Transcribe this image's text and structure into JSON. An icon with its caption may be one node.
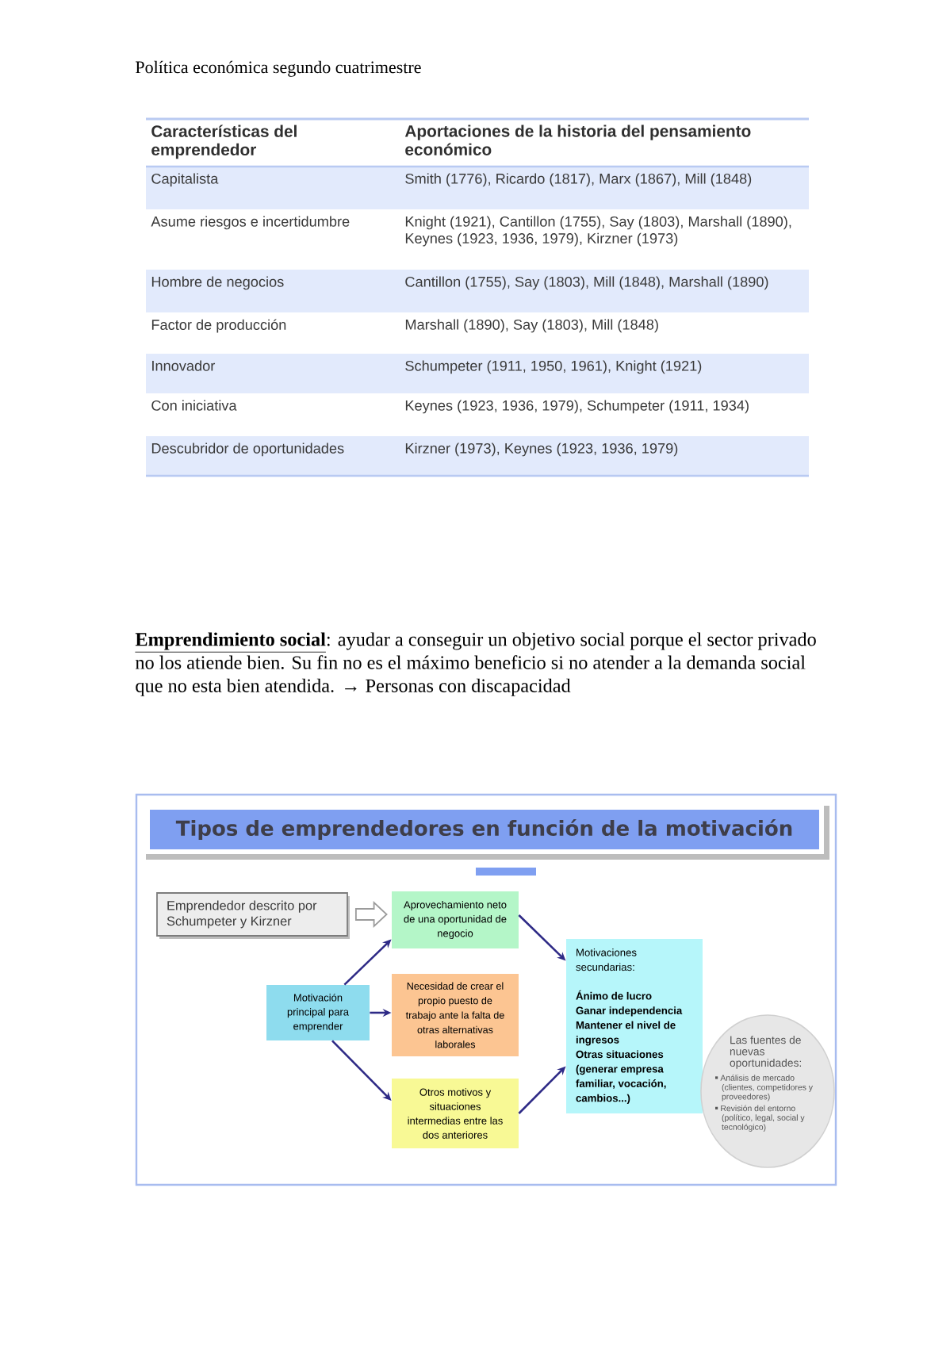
{
  "diagram": {
    "title": "Política económica segundo cuatrimestre",
    "nodes": [
      {
        "text": [
          "Tipos de emprendedores en función de la motivación"
        ]
      },
      {
        "text": [
          "Emprendedor descrito por Schumpeter y Kirzner"
        ]
      },
      {
        "text": [
          "Aprovechamiento neto de una oportunidad de negocio"
        ]
      },
      {
        "text": [
          "Motivación principal para emprender"
        ]
      },
      {
        "text": [
          "Necesidad de crear el propio puesto de trabajo ante la falta de otras alternativas laborales"
        ]
      },
      {
        "text": [
          "Otros motivos y situaciones intermedias entre las dos anteriores"
        ]
      },
      {
        "text": [
          "Motivaciones secundarias:",
          "Ánimo de lucro",
          "Ganar independencia",
          "Mantener el nivel de ingresos",
          "Otras situaciones (generar empresa familiar, vocación, cambios...)"
        ]
      },
      {
        "text": [
          "Las fuentes de nuevas oportunidades:",
          "Análisis de mercado (clientes, competidores y proveedores)",
          "Revisión del entorno (político, legal, social y tecnológico)"
        ]
      }
    ],
    "edges": [
      {
        "from": 1,
        "to": 2,
        "arrow": "to",
        "color": "#9b9b9b"
      },
      {
        "from": 3,
        "to": 2,
        "arrow": "to"
      },
      {
        "from": 3,
        "to": 4,
        "arrow": "to"
      },
      {
        "from": 3,
        "to": 5,
        "arrow": "to"
      },
      {
        "from": 2,
        "to": 6,
        "arrow": "to"
      },
      {
        "from": 5,
        "to": 6,
        "arrow": "to"
      }
    ],
    "labels": [
      "Características del emprendedor",
      "Aportaciones de la historia del pensamiento económico",
      "Capitalista",
      "Smith (1776), Ricardo (1817), Marx (1867), Mill (1848)",
      "Asume riesgos e incertidumbre",
      "Knight (1921), Cantillon (1755), Say (1803), Marshall (1890), Keynes (1923, 1936, 1979), Kirzner (1973)",
      "Hombre de negocios",
      "Cantillon (1755), Say (1803), Mill (1848), Marshall (1890)",
      "Factor de producción",
      "Marshall (1890), Say (1803), Mill (1848)",
      "Innovador",
      "Schumpeter (1911, 1950, 1961), Knight (1921)",
      "Con iniciativa",
      "Keynes (1923, 1936, 1979), Schumpeter (1911, 1934)",
      "Descubridor de oportunidades",
      "Kirzner (1973), Keynes (1923, 1936, 1979)",
      "**Emprendimiento social**: ayudar a conseguir un objetivo social porque el sector privado no los atiende bien. Su fin no es el máximo beneficio si no atender a la demanda social que no esta bien atendida. → Personas con discapacidad"
    ]
  }
}
